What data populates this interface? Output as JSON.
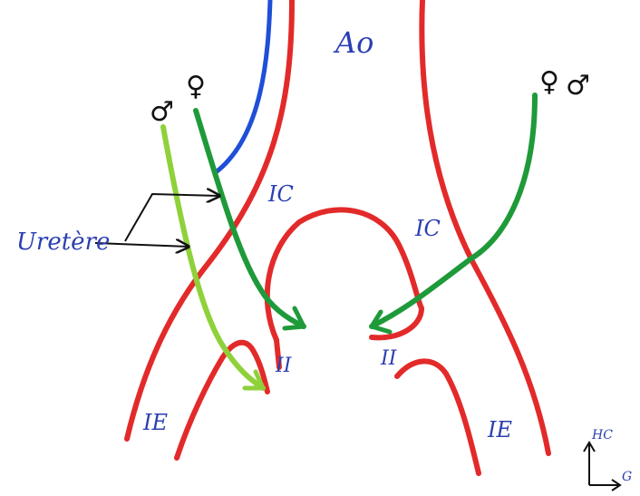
{
  "colors": {
    "artery": "#e32a2a",
    "ureter": "#1f4fd8",
    "female_path": "#1f9a3a",
    "male_path": "#8fd13a",
    "ink_blue": "#2b3fb0",
    "ink_black": "#111111"
  },
  "labels": {
    "aorta": "Ao",
    "male_symbol_left": "♂",
    "female_symbol_left": "♀",
    "female_symbol_right": "♀",
    "male_symbol_right": "♂",
    "uretere": "Uretère",
    "ic_left": "IC",
    "ic_right": "IC",
    "ii_left": "II",
    "ii_right": "II",
    "ie_left": "IE",
    "ie_right": "IE",
    "axis_up": "HC",
    "axis_right": "G"
  }
}
